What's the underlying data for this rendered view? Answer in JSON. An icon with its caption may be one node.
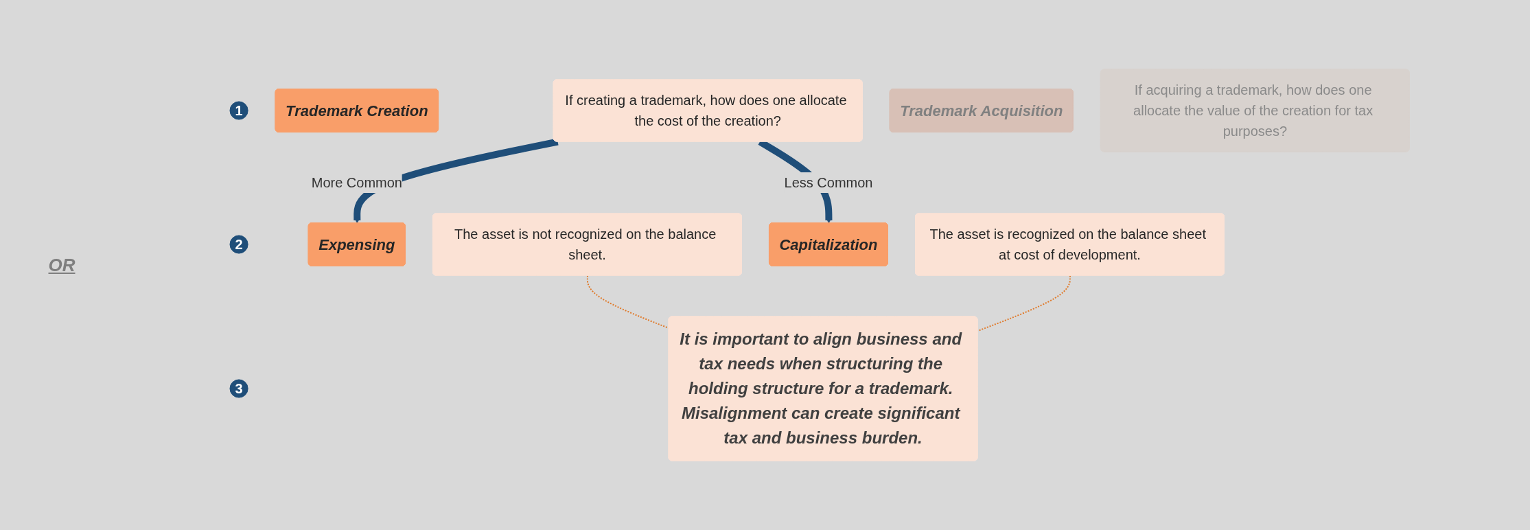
{
  "diagram": {
    "nodes": [
      {
        "text": [
          "1"
        ]
      },
      {
        "text": [
          "Trademark Creation"
        ]
      },
      {
        "text": [
          "If creating a trademark, how does one allocate the cost of the creation?"
        ]
      },
      {
        "text": [
          "Trademark Acquisition"
        ]
      },
      {
        "text": [
          "If acquiring a trademark, how does one allocate the value of the creation for tax purposes?"
        ]
      },
      {
        "text": [
          "2"
        ]
      },
      {
        "text": [
          "Expensing"
        ]
      },
      {
        "text": [
          "The asset is not recognized on the balance sheet."
        ]
      },
      {
        "text": [
          "Capitalization"
        ]
      },
      {
        "text": [
          "The asset is recognized on the balance sheet at cost of development."
        ]
      },
      {
        "text": [
          "3"
        ]
      },
      {
        "text": [
          "It is important to align business and tax needs when structuring the holding structure for a trademark. Misalignment can create significant tax and business burden."
        ]
      }
    ],
    "edges": [
      {
        "from": 2,
        "to": 6,
        "arrow": "to",
        "label": "More Common",
        "style": "thick",
        "color": "#1f4e79"
      },
      {
        "from": 2,
        "to": 8,
        "arrow": "to",
        "label": "Less Common",
        "style": "thick",
        "color": "#1f4e79"
      },
      {
        "from": 7,
        "to": 11,
        "arrow": "none",
        "style": "dashed",
        "color": "#e07b2c"
      },
      {
        "from": 9,
        "to": 11,
        "arrow": "none",
        "style": "dashed",
        "color": "#e07b2c"
      }
    ],
    "labels": [
      "OR"
    ]
  }
}
